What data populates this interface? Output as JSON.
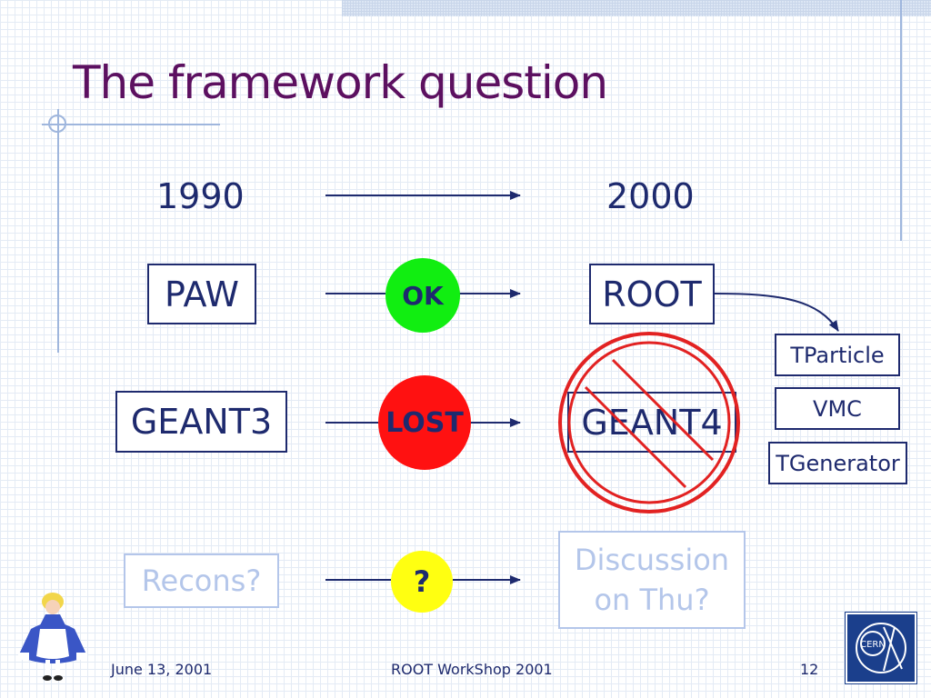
{
  "slide": {
    "title": "The framework question",
    "year_left": "1990",
    "year_right": "2000",
    "rows": {
      "paw": "PAW",
      "ok_badge": "OK",
      "root": "ROOT",
      "geant3": "GEANT3",
      "lost_badge": "LOST",
      "geant4": "GEANT4",
      "recons": "Recons?",
      "question_badge": "?",
      "discussion_line1": "Discussion",
      "discussion_line2": "on Thu?"
    },
    "side_boxes": {
      "tparticle": "TParticle",
      "vmc": "VMC",
      "tgenerator": "TGenerator"
    },
    "logo_text": "CERN"
  },
  "footer": {
    "date": "June 13, 2001",
    "event": "ROOT WorkShop 2001",
    "page": "12"
  },
  "colors": {
    "title": "#5c1060",
    "text": "#1e2a6e",
    "ok": "#11ee11",
    "lost": "#ff1111",
    "question": "#ffff11",
    "faded": "#b4c6ea",
    "prohibit": "#e22222"
  }
}
